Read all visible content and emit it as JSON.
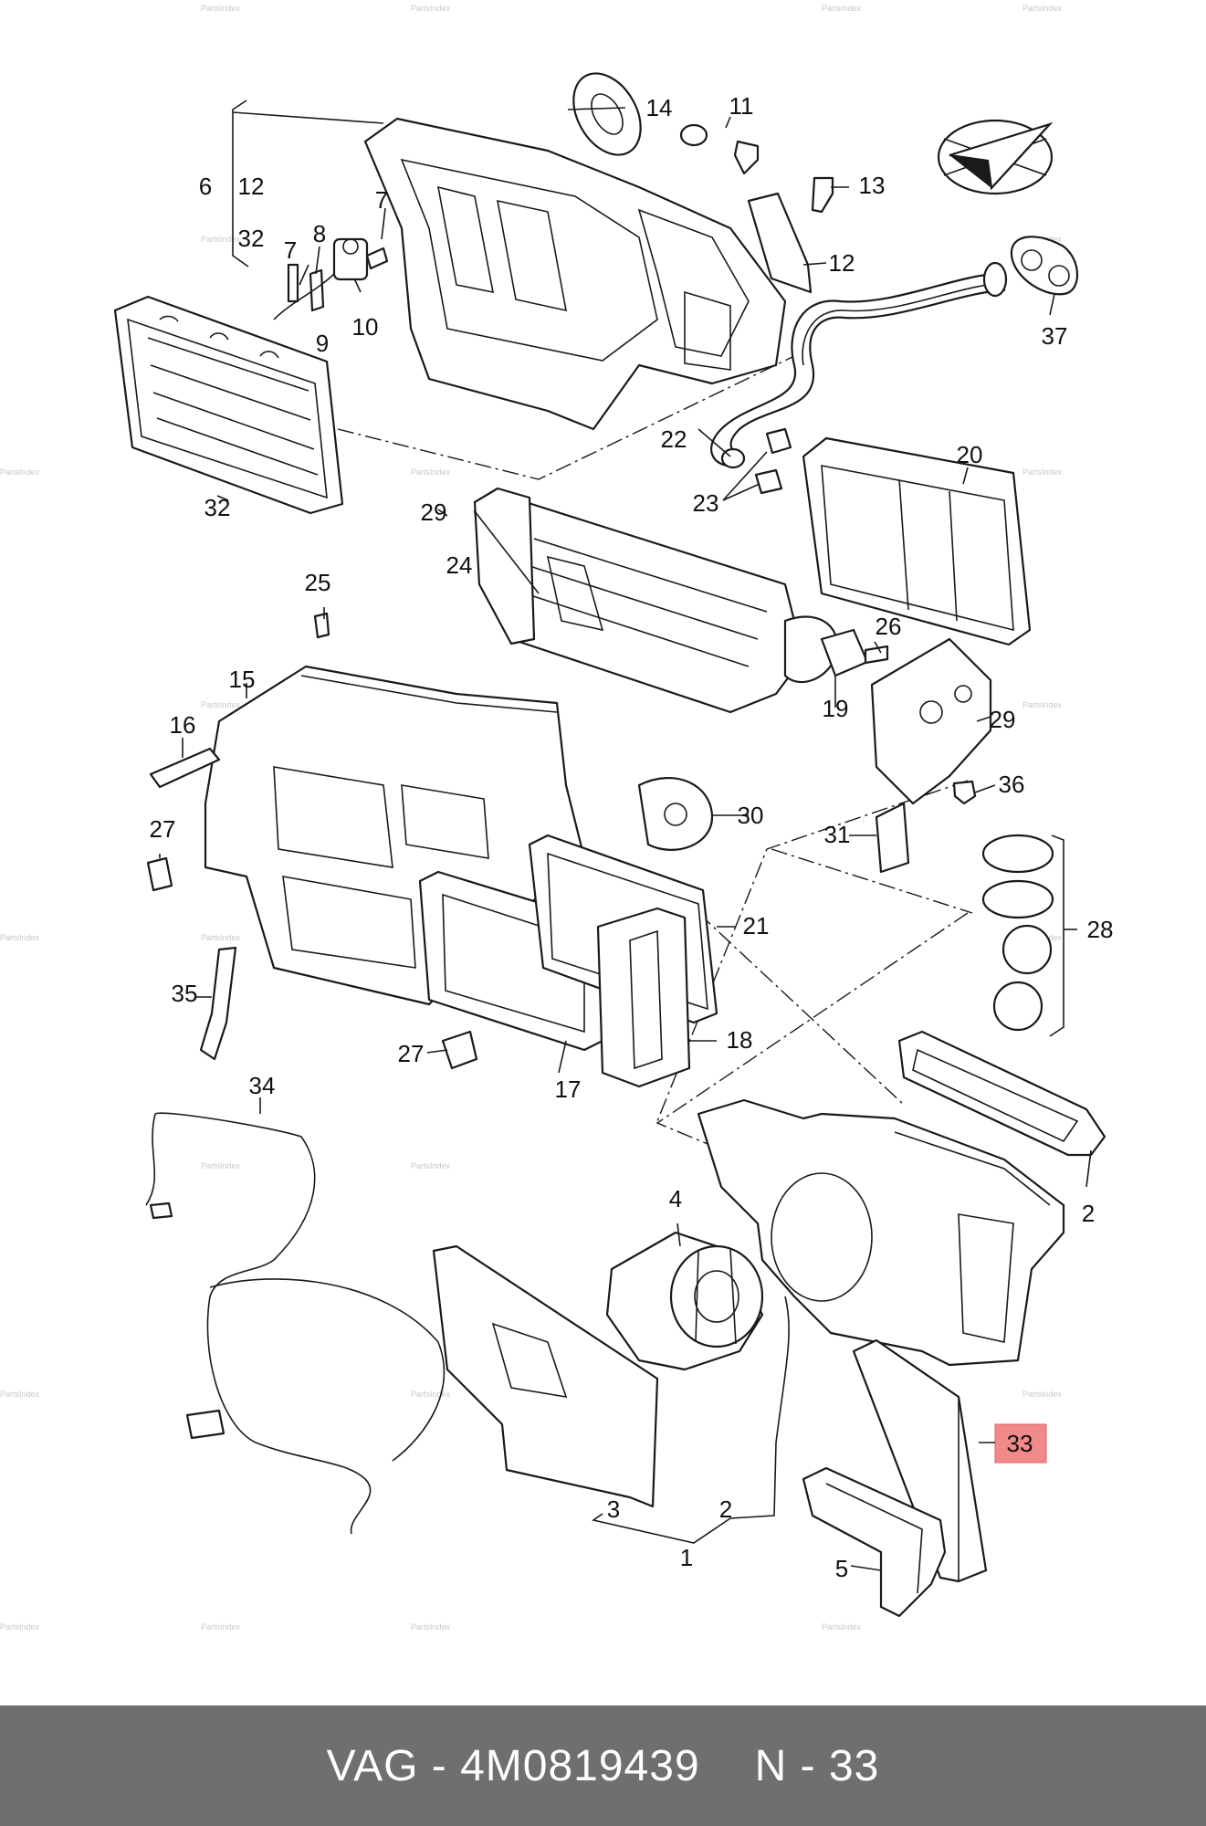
{
  "diagram": {
    "callouts": [
      "1",
      "2",
      "2",
      "3",
      "4",
      "5",
      "6",
      "7",
      "7",
      "8",
      "9",
      "10",
      "11",
      "12",
      "12",
      "13",
      "14",
      "15",
      "16",
      "17",
      "18",
      "19",
      "20",
      "21",
      "22",
      "23",
      "24",
      "25",
      "26",
      "27",
      "27",
      "28",
      "29",
      "29",
      "30",
      "31",
      "32",
      "32",
      "33",
      "34",
      "35",
      "36",
      "37"
    ],
    "highlighted_callout": "33",
    "highlight_color": "#f08a8a",
    "watermark": "PartsIndex"
  },
  "footer": {
    "brand": "VAG",
    "separator": " - ",
    "part_number": "4M0819439",
    "position": "N - 33",
    "background": "#6f6f6f"
  }
}
